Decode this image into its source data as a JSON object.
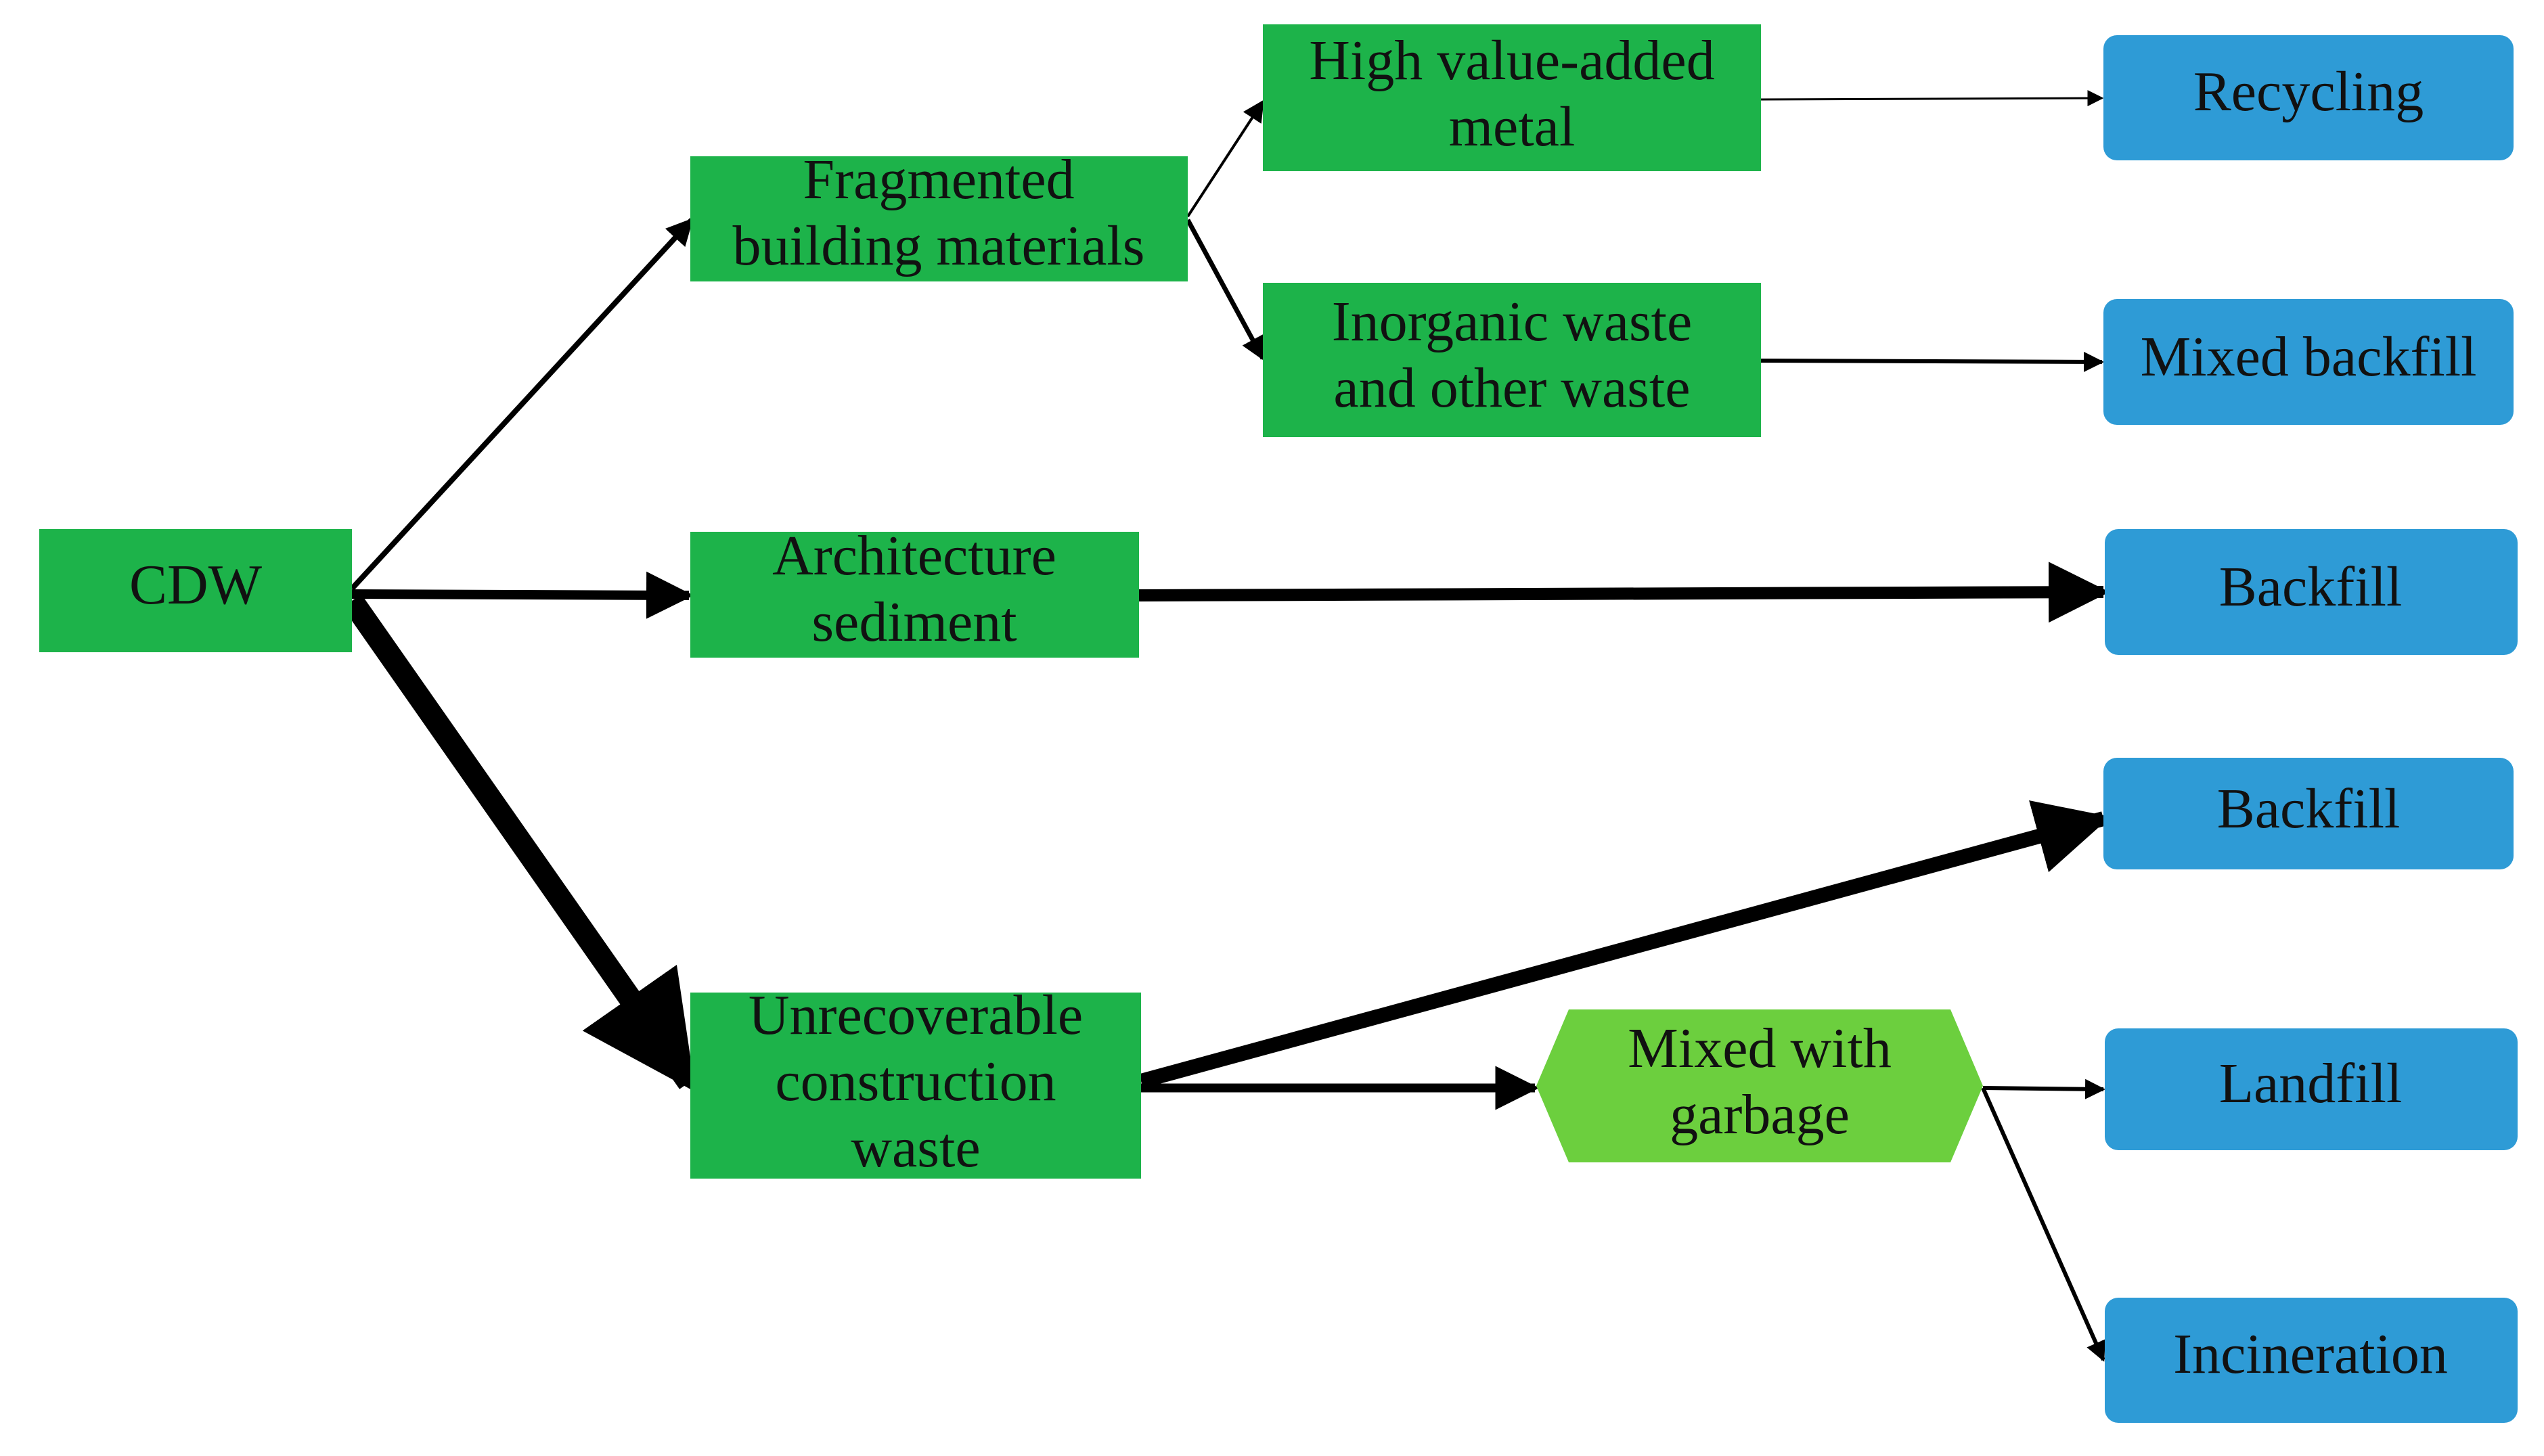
{
  "colors": {
    "process_green": "#1db34a",
    "mixed_green": "#6ccf3e",
    "outcome_blue": "#2e9bd6",
    "edge_black": "#000000"
  },
  "nodes": {
    "cdw": {
      "lines": [
        "CDW"
      ]
    },
    "fragmented": {
      "lines": [
        "Fragmented",
        "building materials"
      ]
    },
    "metal": {
      "lines": [
        "High value-added",
        "metal"
      ]
    },
    "inorganic": {
      "lines": [
        "Inorganic waste",
        "and other waste"
      ]
    },
    "sediment": {
      "lines": [
        "Architecture",
        "sediment"
      ]
    },
    "unrecoverable": {
      "lines": [
        "Unrecoverable",
        "construction",
        "waste"
      ]
    },
    "mixed": {
      "lines": [
        "Mixed with",
        "garbage"
      ]
    },
    "recycling": {
      "lines": [
        "Recycling"
      ]
    },
    "mixed_backfill": {
      "lines": [
        "Mixed backfill"
      ]
    },
    "backfill_1": {
      "lines": [
        "Backfill"
      ]
    },
    "backfill_2": {
      "lines": [
        "Backfill"
      ]
    },
    "landfill": {
      "lines": [
        "Landfill"
      ]
    },
    "incineration": {
      "lines": [
        "Incineration"
      ]
    }
  }
}
